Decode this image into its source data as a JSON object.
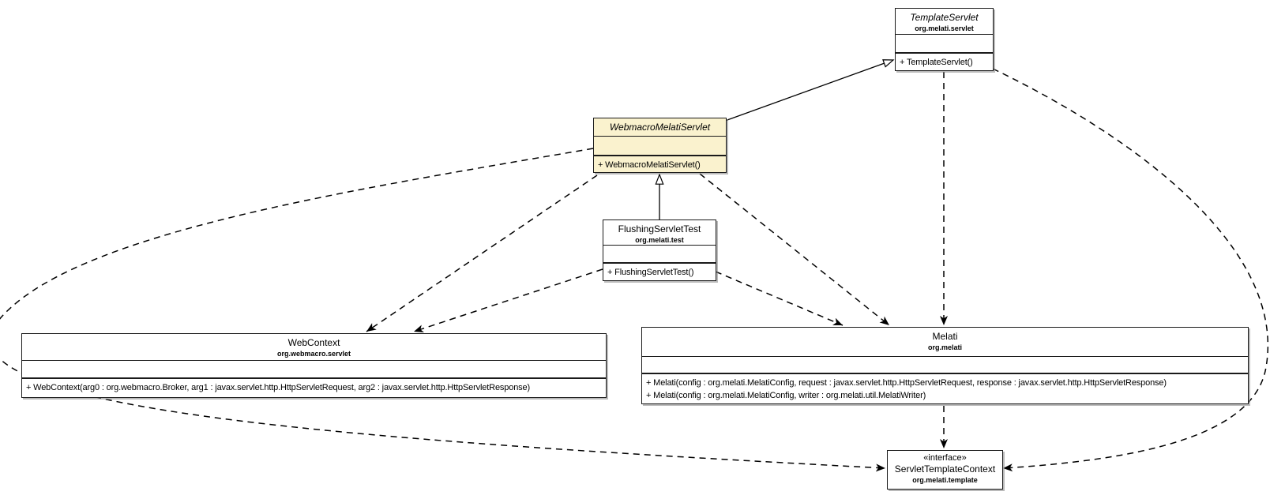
{
  "diagram": {
    "type": "uml-class-diagram",
    "background_color": "#ffffff",
    "highlight_fill_color": "#FAF2CE",
    "line_color": "#000000"
  },
  "classes": [
    {
      "id": "TemplateServlet",
      "name": "TemplateServlet",
      "package": "org.melati.servlet",
      "stereotype": "",
      "abstract": true,
      "highlighted": false,
      "attributes": [],
      "methods": [
        "+ TemplateServlet()"
      ]
    },
    {
      "id": "WebmacroMelatiServlet",
      "name": "WebmacroMelatiServlet",
      "package": "",
      "stereotype": "",
      "abstract": true,
      "highlighted": true,
      "attributes": [],
      "methods": [
        "+ WebmacroMelatiServlet()"
      ]
    },
    {
      "id": "FlushingServletTest",
      "name": "FlushingServletTest",
      "package": "org.melati.test",
      "stereotype": "",
      "abstract": false,
      "highlighted": false,
      "attributes": [],
      "methods": [
        "+ FlushingServletTest()"
      ]
    },
    {
      "id": "WebContext",
      "name": "WebContext",
      "package": "org.webmacro.servlet",
      "stereotype": "",
      "abstract": false,
      "highlighted": false,
      "attributes": [],
      "methods": [
        "+ WebContext(arg0 : org.webmacro.Broker, arg1 : javax.servlet.http.HttpServletRequest, arg2 : javax.servlet.http.HttpServletResponse)"
      ]
    },
    {
      "id": "Melati",
      "name": "Melati",
      "package": "org.melati",
      "stereotype": "",
      "abstract": false,
      "highlighted": false,
      "attributes": [],
      "methods": [
        "+ Melati(config : org.melati.MelatiConfig, request : javax.servlet.http.HttpServletRequest, response : javax.servlet.http.HttpServletResponse)",
        "+ Melati(config : org.melati.MelatiConfig, writer : org.melati.util.MelatiWriter)"
      ]
    },
    {
      "id": "ServletTemplateContext",
      "name": "ServletTemplateContext",
      "package": "org.melati.template",
      "stereotype": "«interface»",
      "abstract": false,
      "highlighted": false,
      "attributes": [],
      "methods": []
    }
  ],
  "relationships": [
    {
      "from": "WebmacroMelatiServlet",
      "to": "TemplateServlet",
      "type": "generalization",
      "line": "solid",
      "arrow": "hollow-triangle"
    },
    {
      "from": "FlushingServletTest",
      "to": "WebmacroMelatiServlet",
      "type": "generalization",
      "line": "solid",
      "arrow": "hollow-triangle"
    },
    {
      "from": "WebmacroMelatiServlet",
      "to": "WebContext",
      "type": "dependency",
      "line": "dashed",
      "arrow": "filled"
    },
    {
      "from": "FlushingServletTest",
      "to": "WebContext",
      "type": "dependency",
      "line": "dashed",
      "arrow": "filled"
    },
    {
      "from": "WebmacroMelatiServlet",
      "to": "Melati",
      "type": "dependency",
      "line": "dashed",
      "arrow": "filled"
    },
    {
      "from": "FlushingServletTest",
      "to": "Melati",
      "type": "dependency",
      "line": "dashed",
      "arrow": "filled"
    },
    {
      "from": "TemplateServlet",
      "to": "Melati",
      "type": "dependency",
      "line": "dashed",
      "arrow": "filled"
    },
    {
      "from": "Melati",
      "to": "ServletTemplateContext",
      "type": "dependency",
      "line": "dashed",
      "arrow": "filled"
    },
    {
      "from": "WebmacroMelatiServlet",
      "to": "ServletTemplateContext",
      "type": "dependency",
      "line": "dashed",
      "arrow": "filled"
    },
    {
      "from": "TemplateServlet",
      "to": "ServletTemplateContext",
      "type": "dependency",
      "line": "dashed",
      "arrow": "filled"
    }
  ]
}
